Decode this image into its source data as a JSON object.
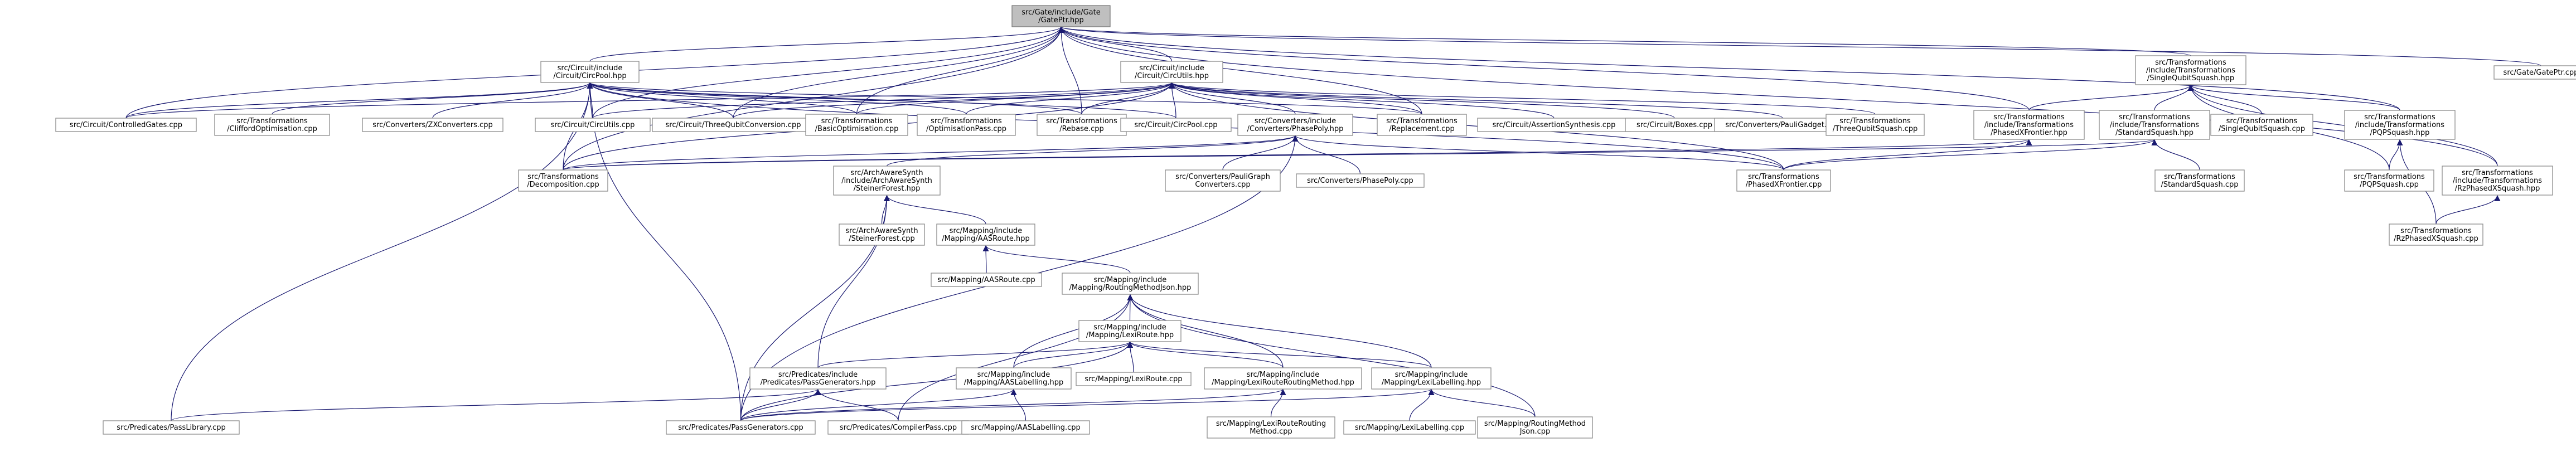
{
  "root": "gate-gateptr-hpp",
  "nodes": [
    {
      "id": "gate-gateptr-hpp",
      "lines": [
        "src/Gate/include/Gate",
        "/GatePtr.hpp"
      ],
      "root": true
    },
    {
      "id": "circuit-circpool-hpp",
      "lines": [
        "src/Circuit/include",
        "/Circuit/CircPool.hpp"
      ]
    },
    {
      "id": "circuit-circutils-hpp",
      "lines": [
        "src/Circuit/include",
        "/Circuit/CircUtils.hpp"
      ]
    },
    {
      "id": "singlequbitsquash-hpp",
      "lines": [
        "src/Transformations",
        "/include/Transformations",
        "/SingleQubitSquash.hpp"
      ]
    },
    {
      "id": "gate-gateptr-cpp",
      "lines": [
        "src/Gate/GatePtr.cpp"
      ]
    },
    {
      "id": "controlledgates-cpp",
      "lines": [
        "src/Circuit/ControlledGates.cpp"
      ]
    },
    {
      "id": "cliffordoptimisation-cpp",
      "lines": [
        "src/Transformations",
        "/CliffordOptimisation.cpp"
      ]
    },
    {
      "id": "zxconverters-cpp",
      "lines": [
        "src/Converters/ZXConverters.cpp"
      ]
    },
    {
      "id": "circutils-cpp",
      "lines": [
        "src/Circuit/CircUtils.cpp"
      ]
    },
    {
      "id": "threequbitconversion-cpp",
      "lines": [
        "src/Circuit/ThreeQubitConversion.cpp"
      ]
    },
    {
      "id": "basicoptimisation-cpp",
      "lines": [
        "src/Transformations",
        "/BasicOptimisation.cpp"
      ]
    },
    {
      "id": "optimisationpass-cpp",
      "lines": [
        "src/Transformations",
        "/OptimisationPass.cpp"
      ]
    },
    {
      "id": "rebase-cpp",
      "lines": [
        "src/Transformations",
        "/Rebase.cpp"
      ]
    },
    {
      "id": "circpool-cpp",
      "lines": [
        "src/Circuit/CircPool.cpp"
      ]
    },
    {
      "id": "phasepoly-hpp",
      "lines": [
        "src/Converters/include",
        "/Converters/PhasePoly.hpp"
      ]
    },
    {
      "id": "replacement-cpp",
      "lines": [
        "src/Transformations",
        "/Replacement.cpp"
      ]
    },
    {
      "id": "assertionsynthesis-cpp",
      "lines": [
        "src/Circuit/AssertionSynthesis.cpp"
      ]
    },
    {
      "id": "boxes-cpp",
      "lines": [
        "src/Circuit/Boxes.cpp"
      ]
    },
    {
      "id": "paulisgadget-cpp",
      "lines": [
        "src/Converters/PauliGadget.cpp"
      ]
    },
    {
      "id": "threequbitsquash-cpp",
      "lines": [
        "src/Transformations",
        "/ThreeQubitSquash.cpp"
      ]
    },
    {
      "id": "phasedxfrontier-hpp",
      "lines": [
        "src/Transformations",
        "/include/Transformations",
        "/PhasedXFrontier.hpp"
      ]
    },
    {
      "id": "standardsquash-hpp",
      "lines": [
        "src/Transformations",
        "/include/Transformations",
        "/StandardSquash.hpp"
      ]
    },
    {
      "id": "singlequbitsquash-cpp",
      "lines": [
        "src/Transformations",
        "/SingleQubitSquash.cpp"
      ]
    },
    {
      "id": "pqpsquash-hpp",
      "lines": [
        "src/Transformations",
        "/include/Transformations",
        "/PQPSquash.hpp"
      ]
    },
    {
      "id": "decomposition-cpp",
      "lines": [
        "src/Transformations",
        "/Decomposition.cpp"
      ]
    },
    {
      "id": "steinerforest-hpp",
      "lines": [
        "src/ArchAwareSynth",
        "/include/ArchAwareSynth",
        "/SteinerForest.hpp"
      ]
    },
    {
      "id": "paulisgraphconverters-cpp",
      "lines": [
        "src/Converters/PauliGraph",
        "Converters.cpp"
      ]
    },
    {
      "id": "phasepoly-cpp",
      "lines": [
        "src/Converters/PhasePoly.cpp"
      ]
    },
    {
      "id": "phasedxfrontier-cpp",
      "lines": [
        "src/Transformations",
        "/PhasedXFrontier.cpp"
      ]
    },
    {
      "id": "standardsquash-cpp",
      "lines": [
        "src/Transformations",
        "/StandardSquash.cpp"
      ]
    },
    {
      "id": "pqpsquash-cpp",
      "lines": [
        "src/Transformations",
        "/PQPSquash.cpp"
      ]
    },
    {
      "id": "rzphasedxsquash-hpp",
      "lines": [
        "src/Transformations",
        "/include/Transformations",
        "/RzPhasedXSquash.hpp"
      ]
    },
    {
      "id": "steinerforest-cpp",
      "lines": [
        "src/ArchAwareSynth",
        "/SteinerForest.cpp"
      ]
    },
    {
      "id": "aasroute-hpp",
      "lines": [
        "src/Mapping/include",
        "/Mapping/AASRoute.hpp"
      ]
    },
    {
      "id": "rzphasedxsquash-cpp",
      "lines": [
        "src/Transformations",
        "/RzPhasedXSquash.cpp"
      ]
    },
    {
      "id": "aasroute-cpp",
      "lines": [
        "src/Mapping/AASRoute.cpp"
      ]
    },
    {
      "id": "routingmethodjson-hpp",
      "lines": [
        "src/Mapping/include",
        "/Mapping/RoutingMethodJson.hpp"
      ]
    },
    {
      "id": "lexiroute-hpp",
      "lines": [
        "src/Mapping/include",
        "/Mapping/LexiRoute.hpp"
      ]
    },
    {
      "id": "passgenerators-hpp",
      "lines": [
        "src/Predicates/include",
        "/Predicates/PassGenerators.hpp"
      ]
    },
    {
      "id": "aaslabelling-hpp",
      "lines": [
        "src/Mapping/include",
        "/Mapping/AASLabelling.hpp"
      ]
    },
    {
      "id": "lexiroute-cpp",
      "lines": [
        "src/Mapping/LexiRoute.cpp"
      ]
    },
    {
      "id": "lexirouteroutingmethod-hpp",
      "lines": [
        "src/Mapping/include",
        "/Mapping/LexiRouteRoutingMethod.hpp"
      ]
    },
    {
      "id": "lexilabelling-hpp",
      "lines": [
        "src/Mapping/include",
        "/Mapping/LexiLabelling.hpp"
      ]
    },
    {
      "id": "passlibrary-cpp",
      "lines": [
        "src/Predicates/PassLibrary.cpp"
      ]
    },
    {
      "id": "passgenerators-cpp",
      "lines": [
        "src/Predicates/PassGenerators.cpp"
      ]
    },
    {
      "id": "compilerpass-cpp",
      "lines": [
        "src/Predicates/CompilerPass.cpp"
      ]
    },
    {
      "id": "aaslabelling-cpp",
      "lines": [
        "src/Mapping/AASLabelling.cpp"
      ]
    },
    {
      "id": "lexirouteroutingmethod-cpp",
      "lines": [
        "src/Mapping/LexiRouteRouting",
        "Method.cpp"
      ]
    },
    {
      "id": "lexilabelling-cpp",
      "lines": [
        "src/Mapping/LexiLabelling.cpp"
      ]
    },
    {
      "id": "routingmethodjson-cpp",
      "lines": [
        "src/Mapping/RoutingMethod",
        "Json.cpp"
      ]
    }
  ],
  "edges": [
    [
      "circuit-circpool-hpp",
      "gate-gateptr-hpp"
    ],
    [
      "circuit-circutils-hpp",
      "gate-gateptr-hpp"
    ],
    [
      "singlequbitsquash-hpp",
      "gate-gateptr-hpp"
    ],
    [
      "gate-gateptr-cpp",
      "gate-gateptr-hpp"
    ],
    [
      "controlledgates-cpp",
      "gate-gateptr-hpp"
    ],
    [
      "circutils-cpp",
      "gate-gateptr-hpp"
    ],
    [
      "threequbitconversion-cpp",
      "gate-gateptr-hpp"
    ],
    [
      "basicoptimisation-cpp",
      "gate-gateptr-hpp"
    ],
    [
      "rebase-cpp",
      "gate-gateptr-hpp"
    ],
    [
      "replacement-cpp",
      "gate-gateptr-hpp"
    ],
    [
      "decomposition-cpp",
      "gate-gateptr-hpp"
    ],
    [
      "phasedxfrontier-hpp",
      "gate-gateptr-hpp"
    ],
    [
      "pqpsquash-hpp",
      "gate-gateptr-hpp"
    ],
    [
      "rzphasedxsquash-hpp",
      "gate-gateptr-hpp"
    ],
    [
      "controlledgates-cpp",
      "circuit-circpool-hpp"
    ],
    [
      "cliffordoptimisation-cpp",
      "circuit-circpool-hpp"
    ],
    [
      "zxconverters-cpp",
      "circuit-circpool-hpp"
    ],
    [
      "circutils-cpp",
      "circuit-circpool-hpp"
    ],
    [
      "threequbitconversion-cpp",
      "circuit-circpool-hpp"
    ],
    [
      "basicoptimisation-cpp",
      "circuit-circpool-hpp"
    ],
    [
      "optimisationpass-cpp",
      "circuit-circpool-hpp"
    ],
    [
      "rebase-cpp",
      "circuit-circpool-hpp"
    ],
    [
      "circpool-cpp",
      "circuit-circpool-hpp"
    ],
    [
      "replacement-cpp",
      "circuit-circpool-hpp"
    ],
    [
      "decomposition-cpp",
      "circuit-circpool-hpp"
    ],
    [
      "passlibrary-cpp",
      "circuit-circpool-hpp"
    ],
    [
      "passgenerators-cpp",
      "circuit-circpool-hpp"
    ],
    [
      "phasedxfrontier-cpp",
      "circuit-circpool-hpp"
    ],
    [
      "controlledgates-cpp",
      "circuit-circutils-hpp"
    ],
    [
      "circutils-cpp",
      "circuit-circutils-hpp"
    ],
    [
      "threequbitconversion-cpp",
      "circuit-circutils-hpp"
    ],
    [
      "basicoptimisation-cpp",
      "circuit-circutils-hpp"
    ],
    [
      "optimisationpass-cpp",
      "circuit-circutils-hpp"
    ],
    [
      "rebase-cpp",
      "circuit-circutils-hpp"
    ],
    [
      "circpool-cpp",
      "circuit-circutils-hpp"
    ],
    [
      "phasepoly-hpp",
      "circuit-circutils-hpp"
    ],
    [
      "replacement-cpp",
      "circuit-circutils-hpp"
    ],
    [
      "assertionsynthesis-cpp",
      "circuit-circutils-hpp"
    ],
    [
      "boxes-cpp",
      "circuit-circutils-hpp"
    ],
    [
      "paulisgadget-cpp",
      "circuit-circutils-hpp"
    ],
    [
      "threequbitsquash-cpp",
      "circuit-circutils-hpp"
    ],
    [
      "decomposition-cpp",
      "circuit-circutils-hpp"
    ],
    [
      "phasedxfrontier-cpp",
      "circuit-circutils-hpp"
    ],
    [
      "phasedxfrontier-hpp",
      "singlequbitsquash-hpp"
    ],
    [
      "standardsquash-hpp",
      "singlequbitsquash-hpp"
    ],
    [
      "singlequbitsquash-cpp",
      "singlequbitsquash-hpp"
    ],
    [
      "pqpsquash-hpp",
      "singlequbitsquash-hpp"
    ],
    [
      "rzphasedxsquash-hpp",
      "singlequbitsquash-hpp"
    ],
    [
      "pqpsquash-cpp",
      "singlequbitsquash-hpp"
    ],
    [
      "decomposition-cpp",
      "phasedxfrontier-hpp"
    ],
    [
      "phasedxfrontier-cpp",
      "phasedxfrontier-hpp"
    ],
    [
      "decomposition-cpp",
      "standardsquash-hpp"
    ],
    [
      "standardsquash-cpp",
      "standardsquash-hpp"
    ],
    [
      "phasedxfrontier-cpp",
      "standardsquash-hpp"
    ],
    [
      "pqpsquash-cpp",
      "pqpsquash-hpp"
    ],
    [
      "rzphasedxsquash-cpp",
      "pqpsquash-hpp"
    ],
    [
      "rzphasedxsquash-cpp",
      "rzphasedxsquash-hpp"
    ],
    [
      "steinerforest-hpp",
      "phasepoly-hpp"
    ],
    [
      "paulisgraphconverters-cpp",
      "phasepoly-hpp"
    ],
    [
      "phasepoly-cpp",
      "phasepoly-hpp"
    ],
    [
      "decomposition-cpp",
      "phasepoly-hpp"
    ],
    [
      "phasedxfrontier-cpp",
      "phasepoly-hpp"
    ],
    [
      "passgenerators-cpp",
      "phasepoly-hpp"
    ],
    [
      "steinerforest-cpp",
      "steinerforest-hpp"
    ],
    [
      "aasroute-hpp",
      "steinerforest-hpp"
    ],
    [
      "passgenerators-hpp",
      "steinerforest-hpp"
    ],
    [
      "passgenerators-cpp",
      "steinerforest-hpp"
    ],
    [
      "aasroute-cpp",
      "aasroute-hpp"
    ],
    [
      "routingmethodjson-hpp",
      "aasroute-hpp"
    ],
    [
      "lexiroute-hpp",
      "routingmethodjson-hpp"
    ],
    [
      "aaslabelling-hpp",
      "routingmethodjson-hpp"
    ],
    [
      "lexirouteroutingmethod-hpp",
      "routingmethodjson-hpp"
    ],
    [
      "lexilabelling-hpp",
      "routingmethodjson-hpp"
    ],
    [
      "compilerpass-cpp",
      "routingmethodjson-hpp"
    ],
    [
      "routingmethodjson-cpp",
      "routingmethodjson-hpp"
    ],
    [
      "passgenerators-hpp",
      "lexiroute-hpp"
    ],
    [
      "aaslabelling-hpp",
      "lexiroute-hpp"
    ],
    [
      "lexiroute-cpp",
      "lexiroute-hpp"
    ],
    [
      "lexirouteroutingmethod-hpp",
      "lexiroute-hpp"
    ],
    [
      "lexilabelling-hpp",
      "lexiroute-hpp"
    ],
    [
      "passgenerators-cpp",
      "lexiroute-hpp"
    ],
    [
      "passlibrary-cpp",
      "passgenerators-hpp"
    ],
    [
      "passgenerators-cpp",
      "passgenerators-hpp"
    ],
    [
      "compilerpass-cpp",
      "passgenerators-hpp"
    ],
    [
      "aaslabelling-cpp",
      "aaslabelling-hpp"
    ],
    [
      "passgenerators-cpp",
      "aaslabelling-hpp"
    ],
    [
      "lexirouteroutingmethod-cpp",
      "lexirouteroutingmethod-hpp"
    ],
    [
      "passgenerators-cpp",
      "lexirouteroutingmethod-hpp"
    ],
    [
      "lexilabelling-cpp",
      "lexilabelling-hpp"
    ],
    [
      "routingmethodjson-cpp",
      "lexilabelling-hpp"
    ],
    [
      "passgenerators-cpp",
      "lexilabelling-hpp"
    ]
  ]
}
